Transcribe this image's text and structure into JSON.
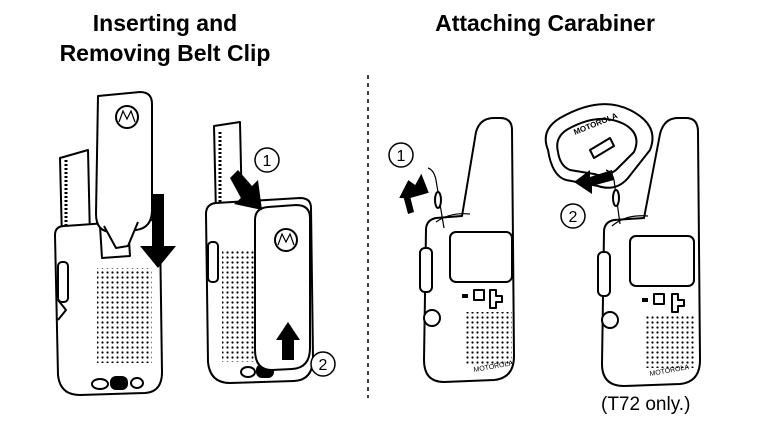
{
  "titles": {
    "left_line1": "Inserting and",
    "left_line2": "Removing Belt Clip",
    "right": "Attaching Carabiner"
  },
  "callouts": {
    "belt_step1": "1",
    "belt_step2": "2",
    "carabiner_step1": "1",
    "carabiner_step2": "2"
  },
  "radio_brand_text": "MOTOROLA",
  "carabiner_brand_text": "MOTOROLA",
  "footnote": "(T72 only.)",
  "icons": [
    "belt-clip-icon",
    "radio-icon",
    "carabiner-icon",
    "arrow-icon",
    "speaker-grille-icon",
    "motorola-logo-icon"
  ]
}
